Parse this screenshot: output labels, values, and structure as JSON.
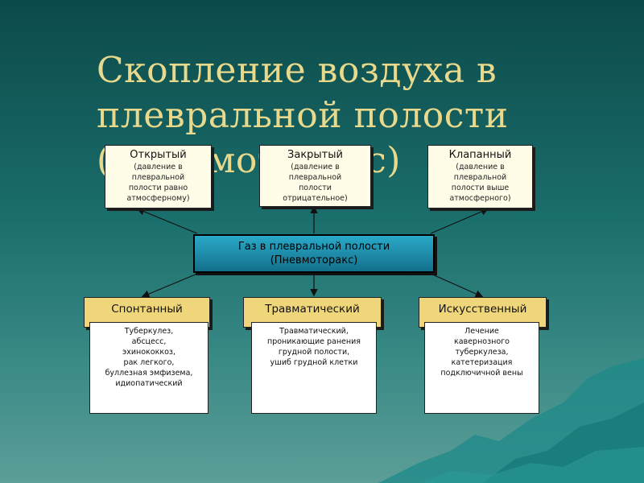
{
  "slide": {
    "title_line1": "Скопление воздуха в",
    "title_line2": "плевральной полости",
    "title_line3": "(Пневмоторакс)"
  },
  "center": {
    "line1": "Газ в плевральной полости",
    "line2": "(Пневмоторакс)"
  },
  "types": [
    {
      "name": "Открытый",
      "desc": [
        "(давление в",
        "плевральной",
        "полости равно",
        "атмосферному)"
      ]
    },
    {
      "name": "Закрытый",
      "desc": [
        "(давление в",
        "плевральной",
        "полости",
        "отрицательное)"
      ]
    },
    {
      "name": "Клапанный",
      "desc": [
        "(давление в",
        "плевральной",
        "полости выше",
        "атмосферного)"
      ]
    }
  ],
  "causes": [
    {
      "name": "Спонтанный",
      "items": [
        "Туберкулез,",
        "абсцесс,",
        "эхинококкоз,",
        "рак легкого,",
        "буллезная эмфизема,",
        "идиопатический"
      ]
    },
    {
      "name": "Травматический",
      "items": [
        "Травматический,",
        "проникающие ранения",
        "грудной полости,",
        "ушиб грудной клетки"
      ]
    },
    {
      "name": "Искусственный",
      "items": [
        "Лечение",
        "кавернозного",
        "туберкулеза,",
        "катетеризация",
        "подключичной вены"
      ]
    }
  ],
  "colors": {
    "background": "#1a6e6c",
    "title": "#e9d98c",
    "gold_box": "#f0d67a",
    "center_box": "#1d8fb0"
  }
}
